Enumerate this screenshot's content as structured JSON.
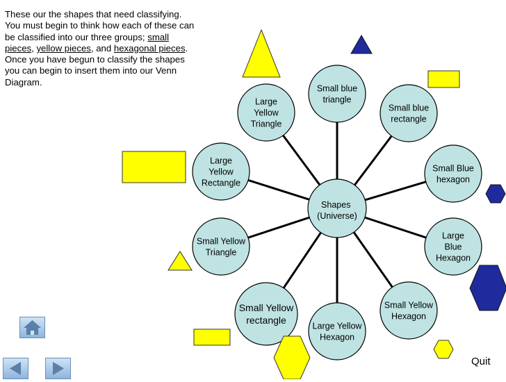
{
  "intro": {
    "part1": "These our the shapes that need classifying. You must begin to think how each of these can be classified into our three groups; ",
    "link1": "small pieces",
    "sep1": ", ",
    "link2": "yellow pieces",
    "sep2": ", and ",
    "link3": "hexagonal pieces",
    "part2": ". Once you have begun to classify the shapes you can begin to insert them into our Venn Diagram."
  },
  "center": {
    "line1": "Shapes",
    "line2": "(Universe)"
  },
  "nodes": [
    {
      "lines": [
        "Small blue",
        "triangle"
      ]
    },
    {
      "lines": [
        "Small blue",
        "rectangle"
      ]
    },
    {
      "lines": [
        "Small Blue",
        "hexagon"
      ]
    },
    {
      "lines": [
        "Large",
        "Blue",
        "Hexagon"
      ]
    },
    {
      "lines": [
        "Small Yellow",
        "Hexagon"
      ]
    },
    {
      "lines": [
        "Large Yellow",
        "Hexagon"
      ]
    },
    {
      "lines": [
        "Small Yellow",
        "rectangle"
      ]
    },
    {
      "lines": [
        "Small Yellow",
        "Triangle"
      ]
    },
    {
      "lines": [
        "Large",
        "Yellow",
        "Rectangle"
      ]
    },
    {
      "lines": [
        "Large",
        "Yellow",
        "Triangle"
      ]
    }
  ],
  "colors": {
    "circle_fill": "#bfe3e3",
    "circle_stroke": "#000000",
    "yellow": "#ffff00",
    "blue": "#1f2b9c"
  },
  "nav": {
    "home_icon": "home-icon",
    "back_icon": "back-arrow-icon",
    "forward_icon": "forward-arrow-icon"
  },
  "quit_label": "Quit"
}
